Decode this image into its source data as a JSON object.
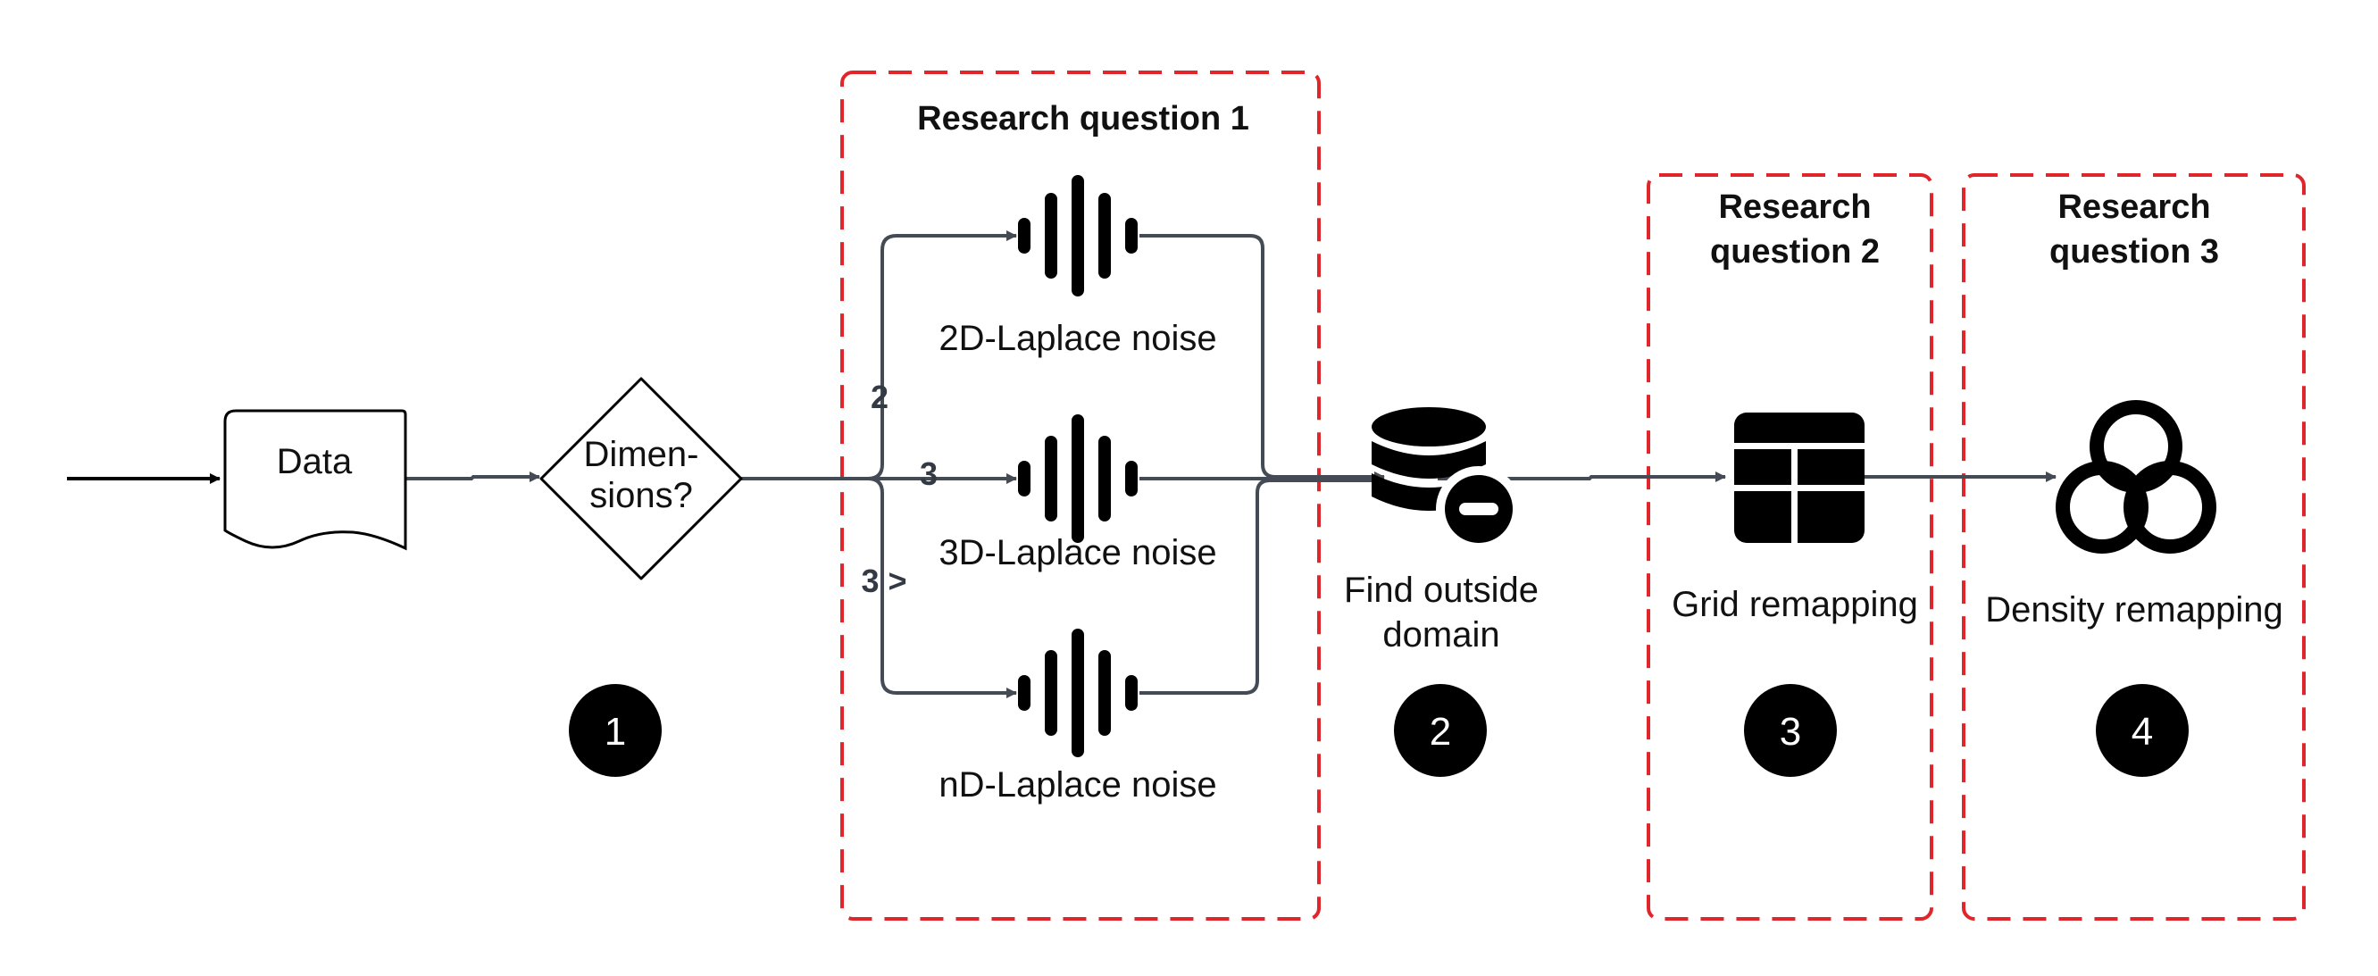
{
  "diagram": {
    "nodes": {
      "data": {
        "label": "Data"
      },
      "dimensions": {
        "line1": "Dimen-",
        "line2": "sions?"
      },
      "laplace_2d": {
        "label": "2D-Laplace noise"
      },
      "laplace_3d": {
        "label": "3D-Laplace noise"
      },
      "laplace_nd": {
        "label": "nD-Laplace noise"
      },
      "outside_domain": {
        "line1": "Find outside",
        "line2": "domain"
      },
      "grid": {
        "label": "Grid remapping"
      },
      "density": {
        "label": "Density remapping"
      }
    },
    "edge_labels": {
      "two": "2",
      "three": "3",
      "more": "3 >"
    },
    "groups": {
      "rq1": {
        "title": "Research question 1"
      },
      "rq2": {
        "line1": "Research",
        "line2": "question 2"
      },
      "rq3": {
        "line1": "Research",
        "line2": "question 3"
      }
    },
    "badges": [
      "1",
      "2",
      "3",
      "4"
    ],
    "colors": {
      "dashed_border": "#e0262b",
      "connector": "#444b55",
      "icon": "#000000"
    },
    "icons": {
      "noise": "waveform-icon",
      "database": "database-minus-icon",
      "grid": "grid-table-icon",
      "density": "overlapping-circles-icon"
    }
  }
}
